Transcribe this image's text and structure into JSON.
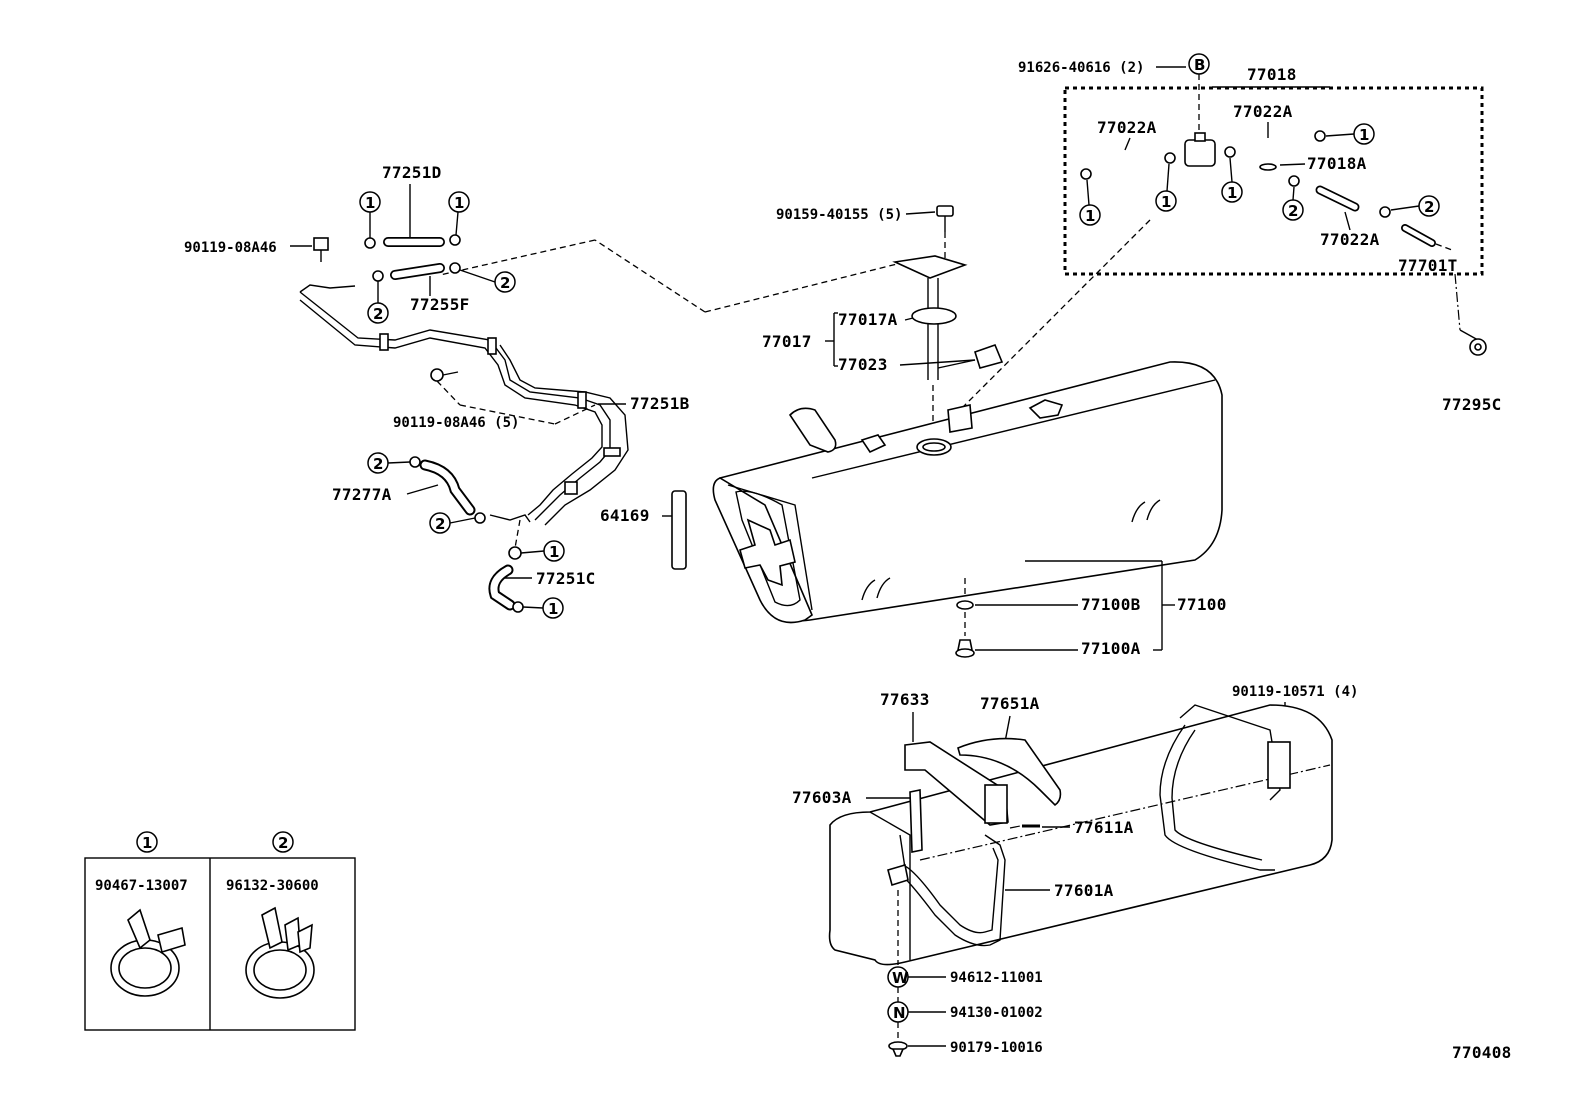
{
  "labels": {
    "p91626": "91626-40616 (2)",
    "p77018": "77018",
    "p77022a_1": "77022A",
    "p77022a_2": "77022A",
    "p77022a_3": "77022A",
    "p77018a": "77018A",
    "p77701t": "77701T",
    "p77295c": "77295C",
    "p77251d": "77251D",
    "p90119_08a46": "90119-08A46",
    "p77255f": "77255F",
    "p90159": "90159-40155 (5)",
    "p77017a": "77017A",
    "p77017": "77017",
    "p77023": "77023",
    "p90119_08a46_5": "90119-08A46 (5)",
    "p77251b": "77251B",
    "p77277a": "77277A",
    "p64169": "64169",
    "p77251c": "77251C",
    "p77100b": "77100B",
    "p77100": "77100",
    "p77100a": "77100A",
    "p77633": "77633",
    "p77651a": "77651A",
    "p90119_10571": "90119-10571 (4)",
    "p77603a": "77603A",
    "p77611a": "77611A",
    "p77601a": "77601A",
    "p94612": "94612-11001",
    "p94130": "94130-01002",
    "p90179": "90179-10016",
    "diagram_id": "770408"
  },
  "markers": {
    "one": "1",
    "two": "2",
    "b": "B",
    "w": "W",
    "n": "N"
  },
  "legend": {
    "box1_marker": "1",
    "box1_part": "90467-13007",
    "box2_marker": "2",
    "box2_part": "96132-30600"
  }
}
